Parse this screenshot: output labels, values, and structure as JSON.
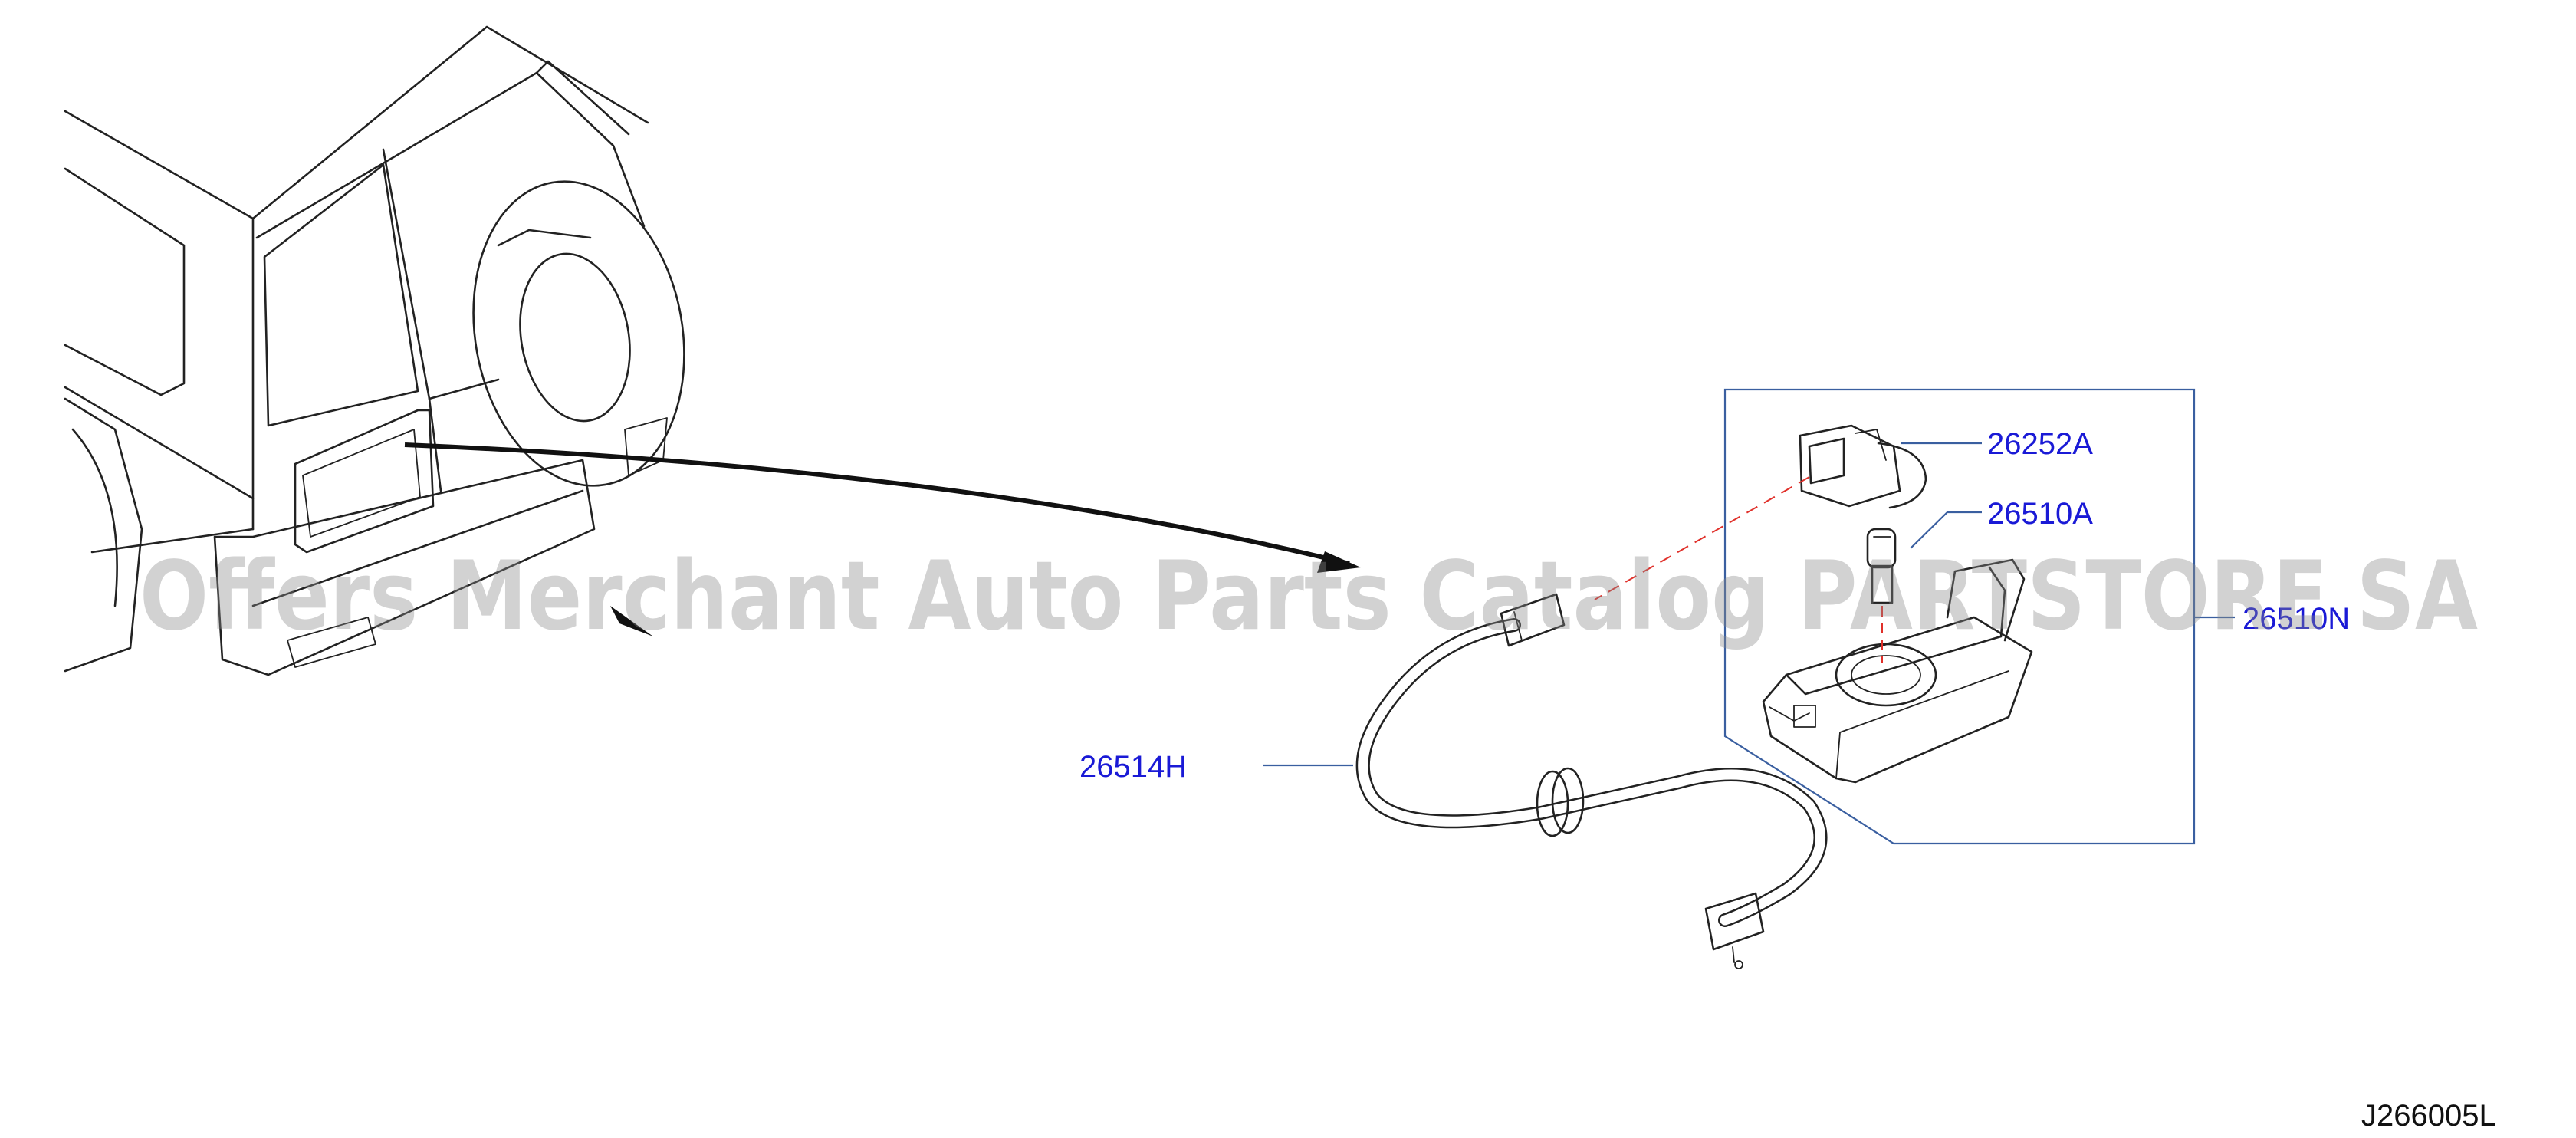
{
  "diagram": {
    "parts": [
      {
        "number": "26252A"
      },
      {
        "number": "26510A"
      },
      {
        "number": "26510N"
      },
      {
        "number": "26514H"
      }
    ],
    "drawing_id": "J266005L",
    "watermark": "Offers Merchant Auto Parts Catalog PARTSTORE SA"
  },
  "colors": {
    "label_text": "#1a1ad6",
    "callout_line": "#3a5fa0",
    "linework": "#222222",
    "alignment_dash": "#e0302a"
  }
}
